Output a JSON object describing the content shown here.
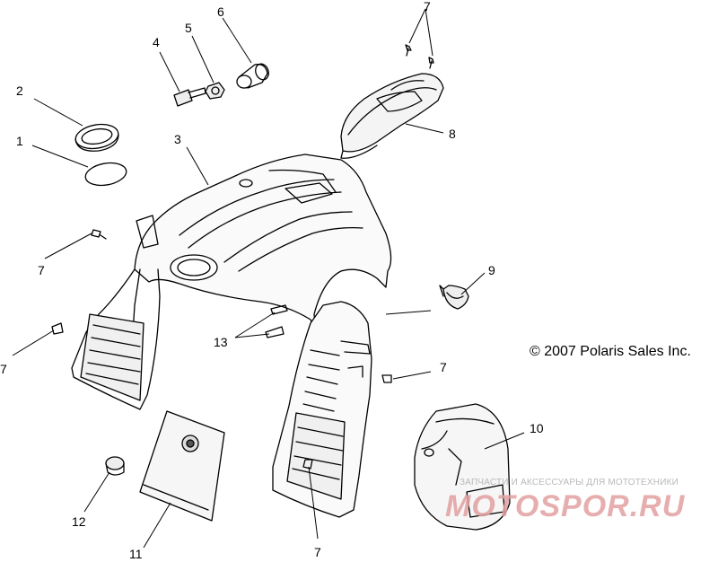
{
  "copyright": "© 2007 Polaris Sales Inc.",
  "watermark": {
    "tagline": "ЗАПЧАСТИ И АКСЕССУАРЫ ДЛЯ МОТОТЕХНИКИ",
    "brand": "MOTOSPOR.RU"
  },
  "callouts": {
    "c1": "1",
    "c2": "2",
    "c3": "3",
    "c4": "4",
    "c5": "5",
    "c6": "6",
    "c7a": "7",
    "c7b": "7",
    "c7c": "7",
    "c7d": "7",
    "c7e": "7",
    "c8": "8",
    "c9": "9",
    "c10": "10",
    "c11": "11",
    "c12": "12",
    "c13": "13"
  }
}
